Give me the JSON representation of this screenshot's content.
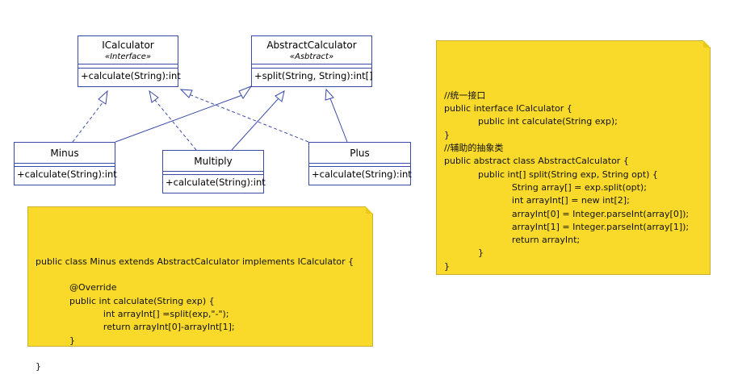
{
  "classes": {
    "icalculator": {
      "name": "ICalculator",
      "stereotype": "«Interface»",
      "op": "+calculate(String):int"
    },
    "abstract_calculator": {
      "name": "AbstractCalculator",
      "stereotype": "«Asbtract»",
      "op": "+split(String, String):int[]"
    },
    "minus": {
      "name": "Minus",
      "op": "+calculate(String):int"
    },
    "multiply": {
      "name": "Multiply",
      "op": "+calculate(String):int"
    },
    "plus": {
      "name": "Plus",
      "op": "+calculate(String):int"
    }
  },
  "notes": {
    "minus_code": [
      "public class Minus extends AbstractCalculator implements ICalculator {",
      "",
      "            @Override",
      "            public int calculate(String exp) {",
      "                        int arrayInt[] =split(exp,\"-\");",
      "                        return arrayInt[0]-arrayInt[1];",
      "            }",
      "",
      "}"
    ],
    "interface_code": [
      "//统一接口",
      "public interface ICalculator {",
      "            public int calculate(String exp);",
      "}",
      "//辅助的抽象类",
      "public abstract class AbstractCalculator {",
      "            public int[] split(String exp, String opt) {",
      "                        String array[] = exp.split(opt);",
      "                        int arrayInt[] = new int[2];",
      "                        arrayInt[0] = Integer.parseInt(array[0]);",
      "                        arrayInt[1] = Integer.parseInt(array[1]);",
      "                        return arrayInt;",
      "            }",
      "}"
    ]
  },
  "colors": {
    "line": "#3b4ba7",
    "note_fill": "#f9da2b",
    "note_border": "#c9b035"
  }
}
